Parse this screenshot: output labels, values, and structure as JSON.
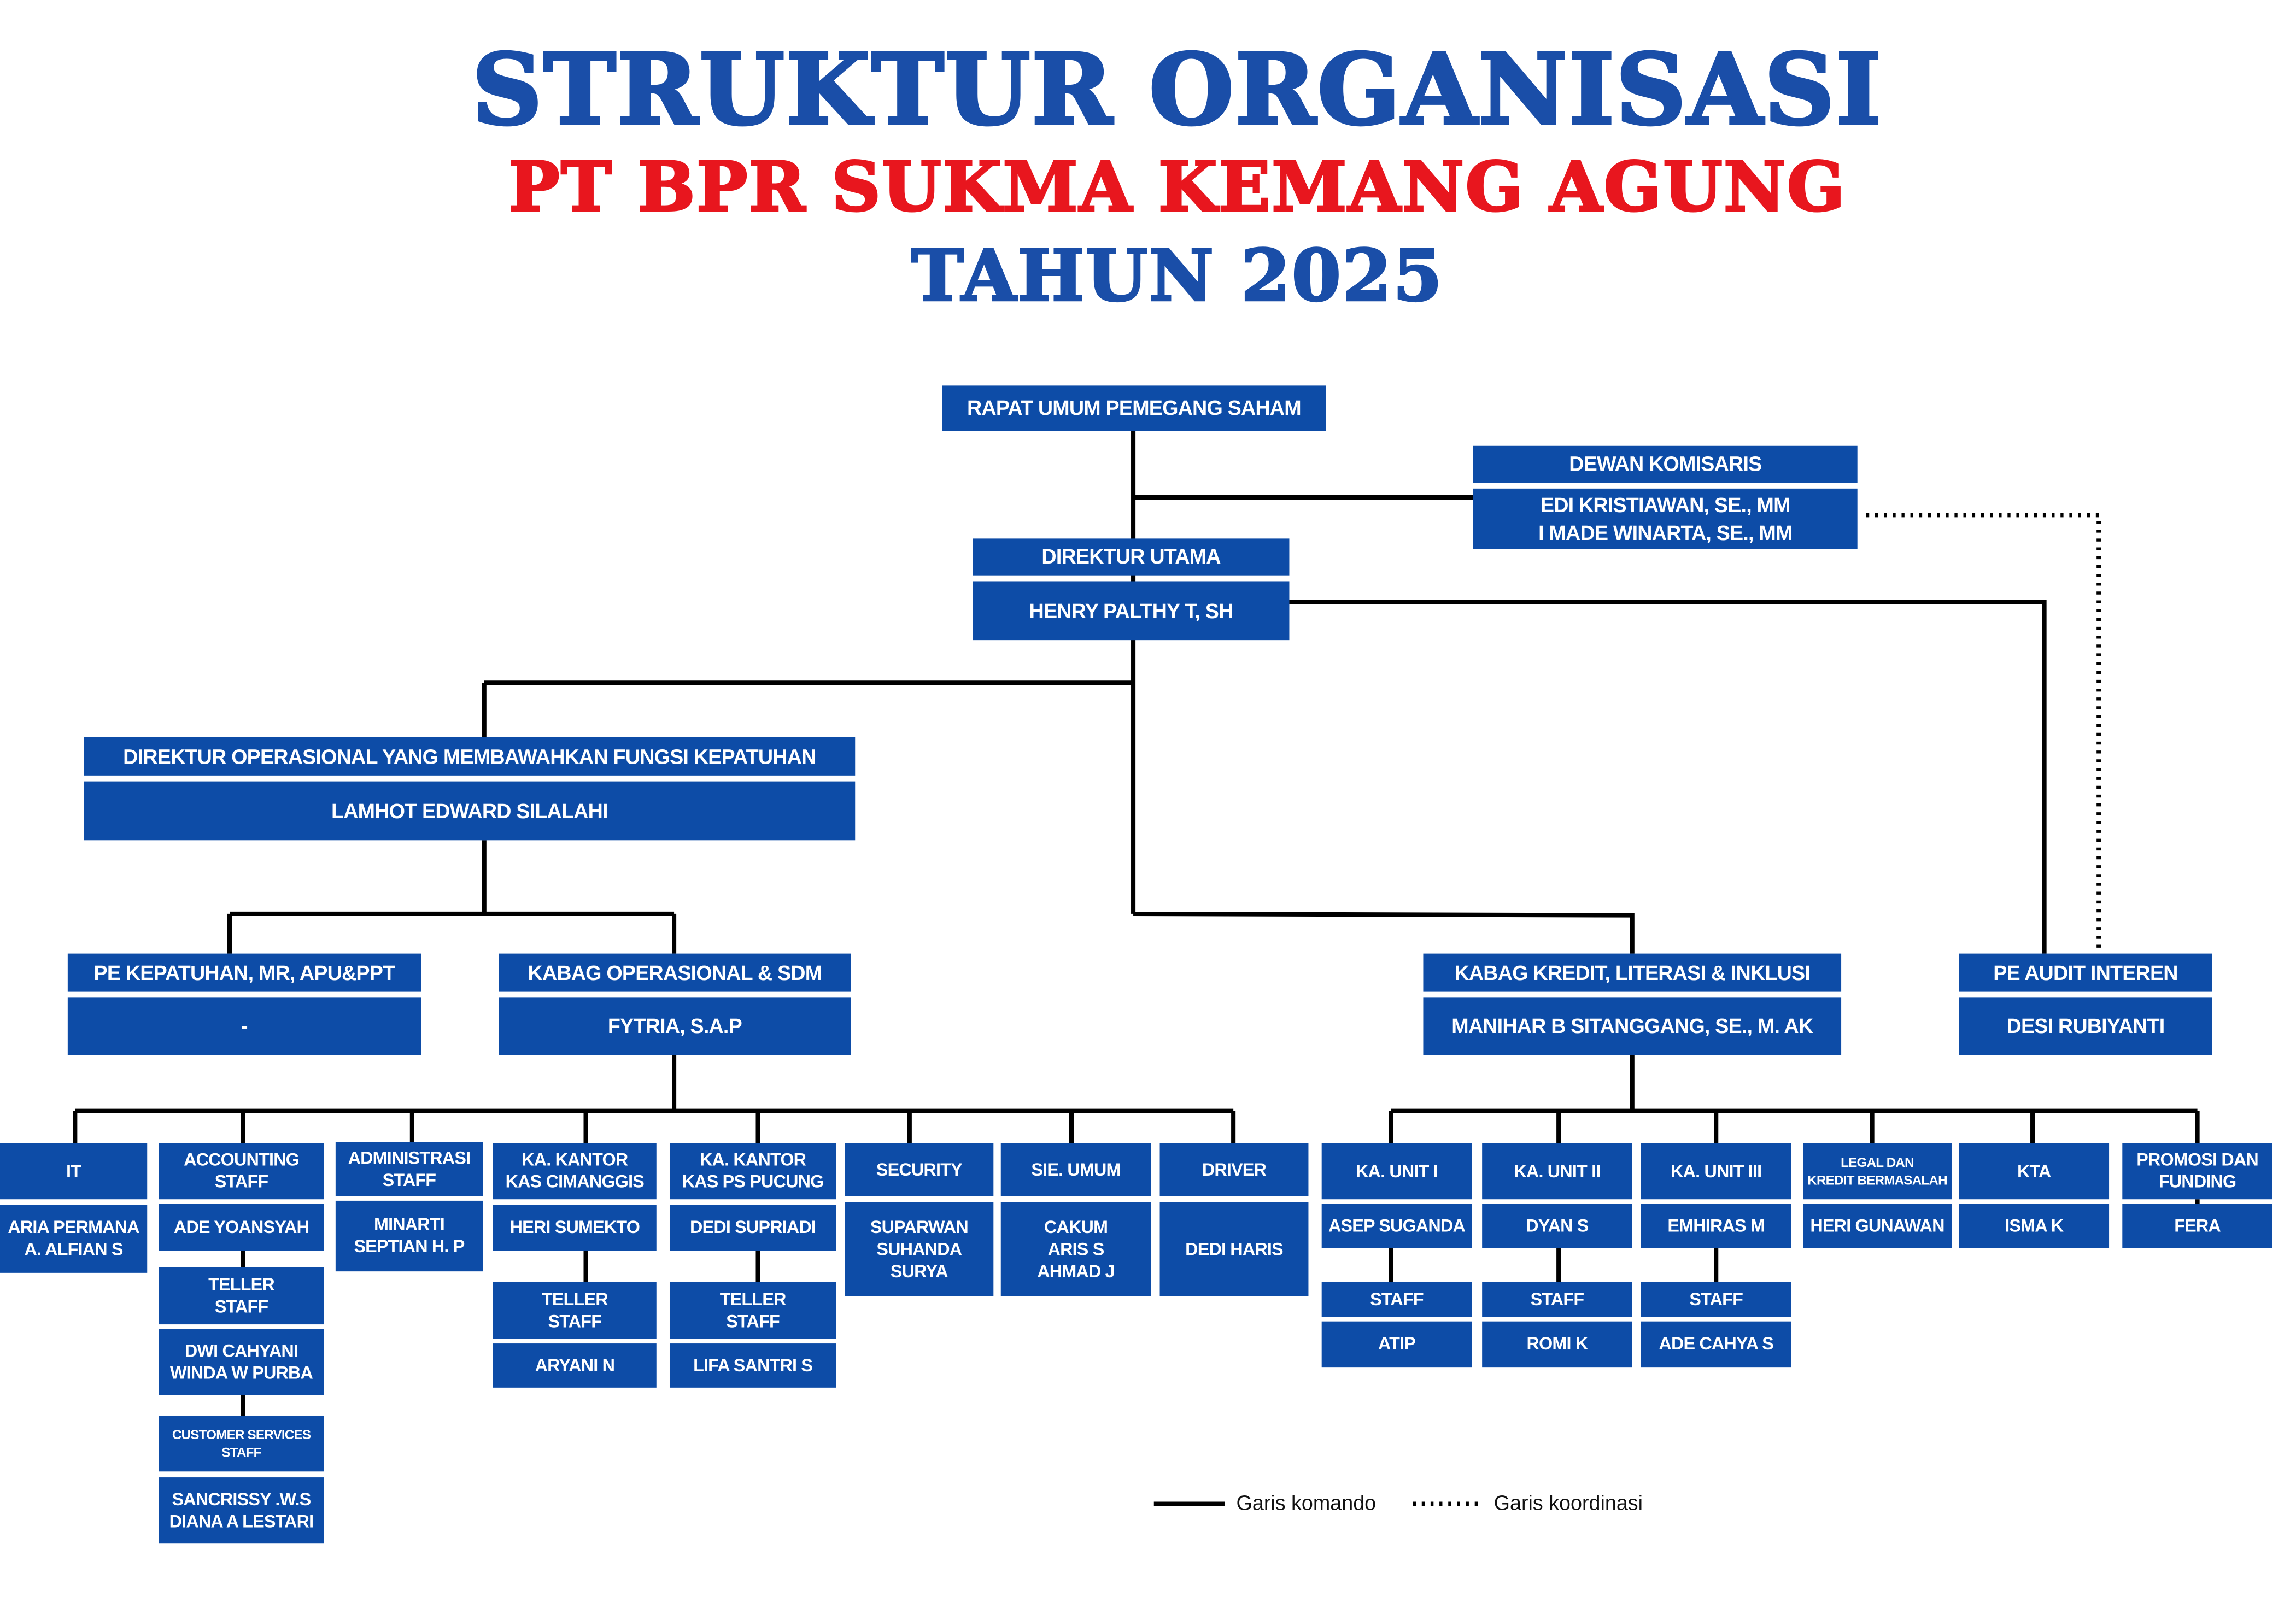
{
  "title": {
    "line1": "STRUKTUR ORGANISASI",
    "line2": "PT BPR SUKMA KEMANG AGUNG",
    "line3": "TAHUN 2025"
  },
  "colors": {
    "box": "#0d4ca7",
    "title_blue": "#1a4ea8",
    "title_red": "#e8161e"
  },
  "rups": "RAPAT UMUM PEMEGANG SAHAM",
  "dewan_komisaris": {
    "title": "DEWAN KOMISARIS",
    "members": "EDI KRISTIAWAN, SE., MM\nI MADE WINARTA, SE., MM"
  },
  "direktur_utama": {
    "title": "DIREKTUR UTAMA",
    "name": "HENRY PALTHY T, SH"
  },
  "direktur_operasional": {
    "title": "DIREKTUR OPERASIONAL YANG MEMBAWAHKAN FUNGSI KEPATUHAN",
    "name": "LAMHOT EDWARD SILALAHI"
  },
  "pe_kepatuhan": {
    "title": "PE KEPATUHAN, MR, APU&PPT",
    "name": "-"
  },
  "kabag_operasional": {
    "title": "KABAG OPERASIONAL & SDM",
    "name": "FYTRIA, S.A.P"
  },
  "kabag_kredit": {
    "title": "KABAG KREDIT, LITERASI & INKLUSI",
    "name": "MANIHAR B SITANGGANG, SE., M. AK"
  },
  "pe_audit": {
    "title": "PE AUDIT INTEREN",
    "name": "DESI RUBIYANTI"
  },
  "ops_units": [
    {
      "title": "IT",
      "name": "ARIA PERMANA\nA. ALFIAN S",
      "sub": []
    },
    {
      "title": "ACCOUNTING\nSTAFF",
      "name": "ADE YOANSYAH",
      "sub": [
        {
          "title": "TELLER\nSTAFF",
          "name": "DWI CAHYANI\nWINDA W PURBA"
        },
        {
          "title": "CUSTOMER SERVICES\nSTAFF",
          "name": "SANCRISSY .W.S\nDIANA A LESTARI"
        }
      ]
    },
    {
      "title": "ADMINISTRASI\nSTAFF",
      "name": "MINARTI\nSEPTIAN H. P",
      "sub": []
    },
    {
      "title": "KA. KANTOR\nKAS CIMANGGIS",
      "name": "HERI SUMEKTO",
      "sub": [
        {
          "title": "TELLER\nSTAFF",
          "name": "ARYANI N"
        }
      ]
    },
    {
      "title": "KA. KANTOR\nKAS PS PUCUNG",
      "name": "DEDI SUPRIADI",
      "sub": [
        {
          "title": "TELLER\nSTAFF",
          "name": "LIFA SANTRI S"
        }
      ]
    },
    {
      "title": "SECURITY",
      "name": "SUPARWAN\nSUHANDA\nSURYA",
      "sub": []
    },
    {
      "title": "SIE. UMUM",
      "name": "CAKUM\nARIS S\nAHMAD J",
      "sub": []
    },
    {
      "title": "DRIVER",
      "name": "DEDI HARIS",
      "sub": []
    }
  ],
  "kredit_units": [
    {
      "title": "KA. UNIT I",
      "name": "ASEP SUGANDA",
      "sub": [
        {
          "title": "STAFF",
          "name": "ATIP"
        }
      ]
    },
    {
      "title": "KA. UNIT II",
      "name": "DYAN S",
      "sub": [
        {
          "title": "STAFF",
          "name": "ROMI K"
        }
      ]
    },
    {
      "title": "KA. UNIT III",
      "name": "EMHIRAS M",
      "sub": [
        {
          "title": "STAFF",
          "name": "ADE CAHYA S"
        }
      ]
    },
    {
      "title": "LEGAL DAN\nKREDIT BERMASALAH",
      "name": "HERI GUNAWAN",
      "sub": []
    },
    {
      "title": "KTA",
      "name": "ISMA K",
      "sub": []
    },
    {
      "title": "PROMOSI DAN\nFUNDING",
      "name": "FERA",
      "sub": []
    }
  ],
  "legend": {
    "command": "Garis komando",
    "coordination": "Garis koordinasi"
  }
}
